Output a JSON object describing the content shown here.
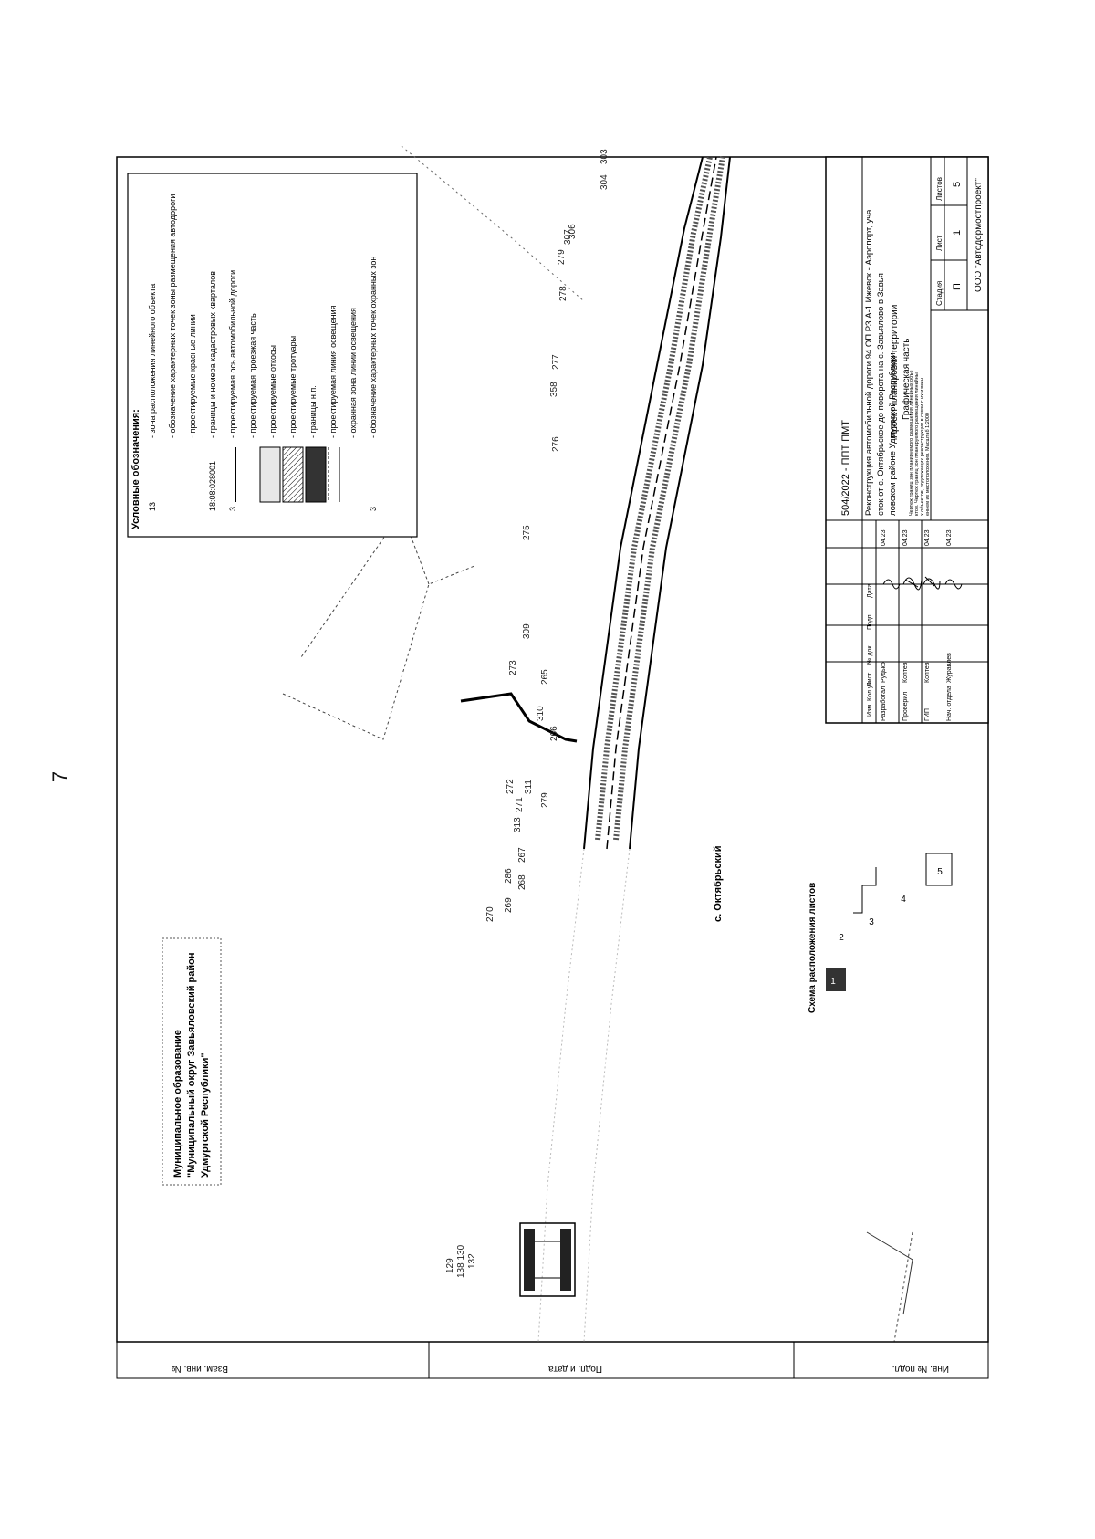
{
  "page_number": "7",
  "legend": {
    "title": "Условные обозначения:",
    "items": [
      {
        "symbol": "13",
        "text": "- зона расположения линейного объекта"
      },
      {
        "symbol": "",
        "text": "- обозначение характерных точек зоны размещения автодороги"
      },
      {
        "symbol": "",
        "text": "- проектируемые красные линии"
      },
      {
        "symbol": "18:08:028001",
        "text": "- границы и номера кадастровых кварталов"
      },
      {
        "symbol": "3",
        "text": "- проектируемая ось автомобильной дороги"
      },
      {
        "symbol": "",
        "text": "- проектируемая проезжая часть"
      },
      {
        "symbol": "",
        "text": "- проектируемые откосы"
      },
      {
        "symbol": "",
        "text": "- проектируемые тротуары"
      },
      {
        "symbol": "",
        "text": "- границы н.п."
      },
      {
        "symbol": "",
        "text": "- проектируемая линия освещения"
      },
      {
        "symbol": "",
        "text": "- охранная зона линии освещения"
      },
      {
        "symbol": "3",
        "text": "- обозначение характерных точек охранных зон"
      }
    ]
  },
  "municipality": {
    "line1": "Муниципальное образование",
    "line2": "\"Муниципальный округ Завьяловский район",
    "line3": "Удмуртской Республики\""
  },
  "settlement": "с. Октябрьский",
  "sheet_scheme": {
    "title": "Схема расположения листов",
    "sheets": [
      "1",
      "2",
      "3",
      "4",
      "5"
    ]
  },
  "map_labels": [
    "129",
    "138 130",
    "132",
    "270",
    "269",
    "286",
    "268",
    "267",
    "313",
    "271",
    "272",
    "311",
    "279",
    "266",
    "310",
    "265",
    "273",
    "309",
    "275",
    "276",
    "358",
    "277",
    "278",
    "279",
    "307",
    "306",
    "304",
    "303"
  ],
  "title_block": {
    "code": "504/2022 - ППТ ПМТ",
    "object": "Реконструкция автомобильной дороги 94 ОП РЗ А-1 Ижевск - Аэропорт, участок от с. Октябрьское до поворота на с. Завьялово в Завьяловском районе Удмуртской Республики",
    "doc_title_1": "Проект планировки территории",
    "doc_title_2": "Графическая часть",
    "drawing_name": "Чертеж границ зон планируемого размещения линейных объектов. Чертеж границ зон планируемого размещения линейных объектов, подлежащих реконструкции в связи с их изменением их местоположения. Масштаб 1:2000",
    "stage_h": "Стадия",
    "sheet_h": "Лист",
    "sheets_h": "Листов",
    "stage": "П",
    "sheet": "1",
    "sheets": "5",
    "company": "ООО \"Автодормостпроект\"",
    "cols": [
      "Изм.",
      "Кол.уч.",
      "Лист",
      "№ док.",
      "Подп.",
      "Дата"
    ],
    "signers": [
      {
        "role": "Разработал",
        "name": "Рудько",
        "date": "04.23"
      },
      {
        "role": "Проверил",
        "name": "Коптев",
        "date": "04.23"
      },
      {
        "role": "ГИП",
        "name": "Коптев",
        "date": "04.23"
      },
      {
        "role": "Нач. отдела",
        "name": "Журавлев",
        "date": "04.23"
      }
    ]
  },
  "side_stamp": {
    "a": "Взам. инв. №",
    "b": "Подп. и дата",
    "c": "Инв. № подл."
  }
}
